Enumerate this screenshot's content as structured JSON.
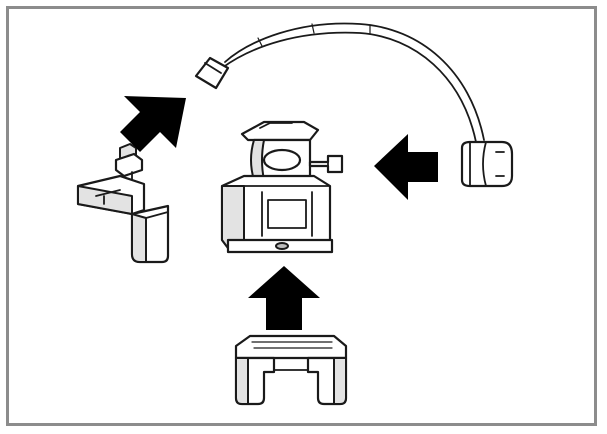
{
  "diagram": {
    "parts": [
      {
        "name": "wire-harness-connector"
      },
      {
        "name": "mounting-bracket"
      },
      {
        "name": "sensor-body"
      },
      {
        "name": "retaining-clip"
      }
    ],
    "arrows": [
      {
        "name": "arrow-up-right"
      },
      {
        "name": "arrow-left"
      },
      {
        "name": "arrow-up"
      }
    ],
    "colors": {
      "frame": "#8c8c8c",
      "arrow": "#000000",
      "outline": "#1a1a1a",
      "shading": "#e3e3e3"
    }
  }
}
